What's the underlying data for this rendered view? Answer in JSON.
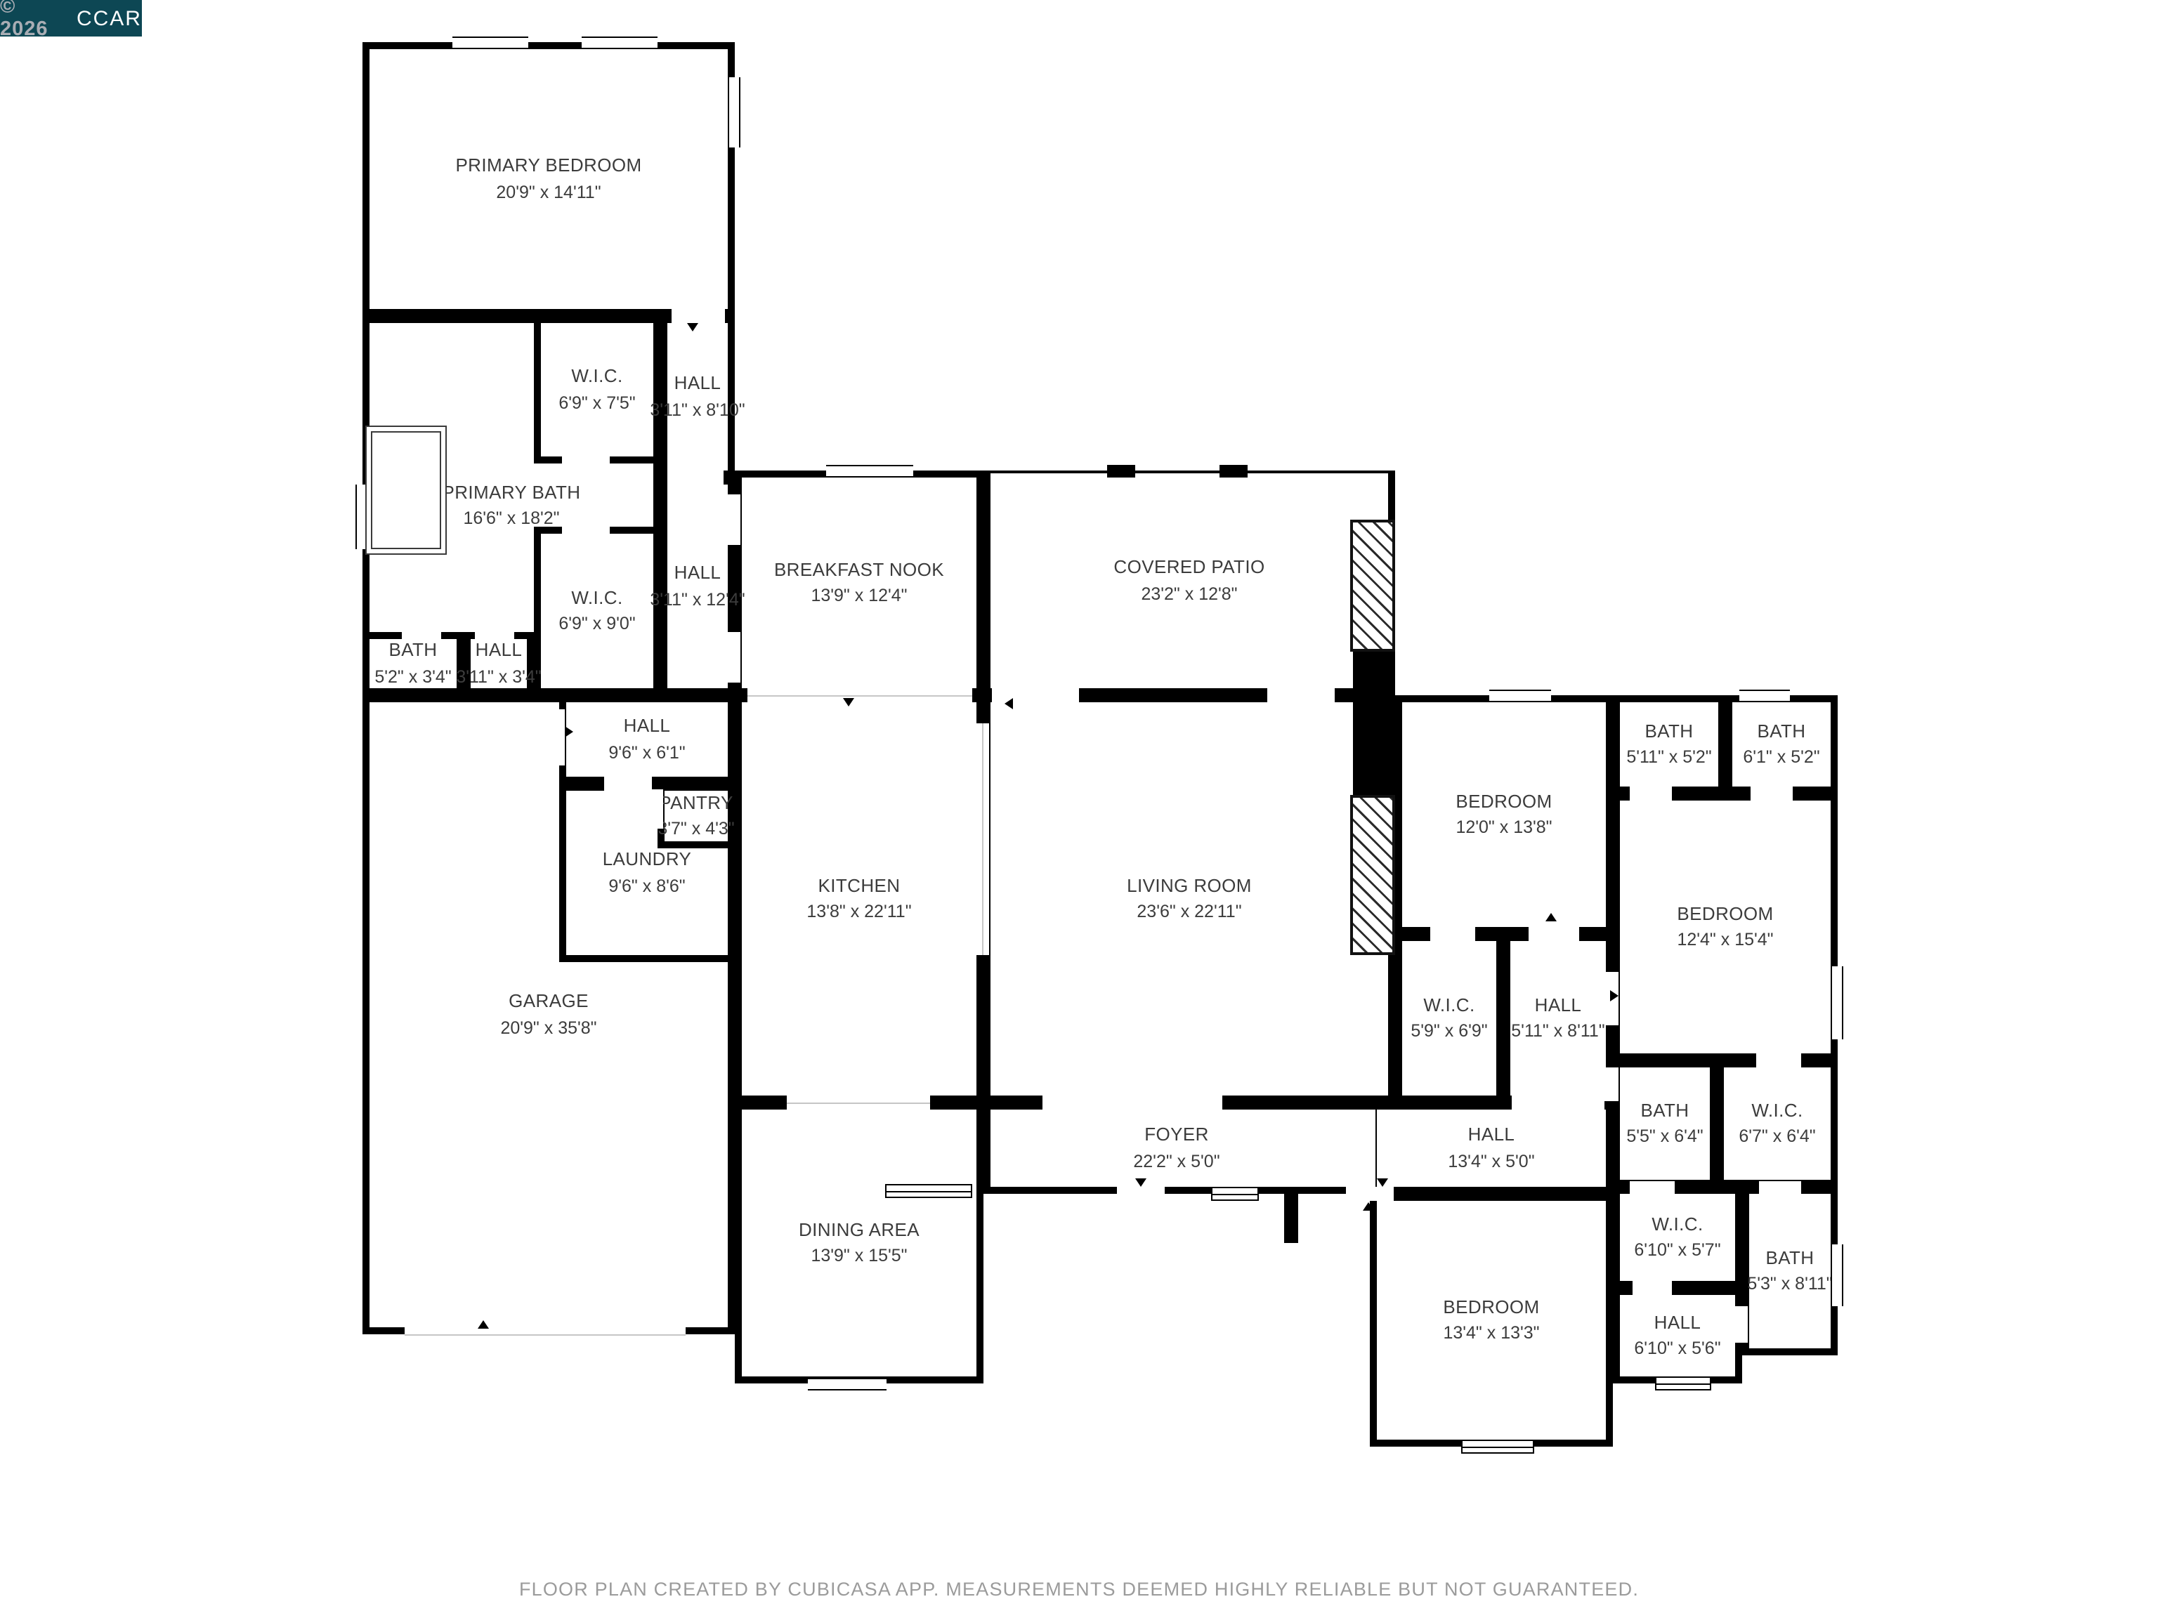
{
  "badge": {
    "copyright": "© 2026",
    "org": "CCAR"
  },
  "footer": "FLOOR PLAN CREATED BY CUBICASA APP. MEASUREMENTS DEEMED HIGHLY RELIABLE BUT NOT GUARANTEED.",
  "colors": {
    "wall": "#000000",
    "badge_bg": "#0d4754",
    "footer_text": "#9b9b9b"
  },
  "rooms": [
    {
      "name": "PRIMARY BEDROOM",
      "dims": "20'9\" x 14'11\""
    },
    {
      "name": "W.I.C.",
      "dims": "6'9\" x 7'5\""
    },
    {
      "name": "HALL",
      "dims": "3'11\" x 8'10\""
    },
    {
      "name": "PRIMARY BATH",
      "dims": "16'6\" x 18'2\""
    },
    {
      "name": "W.I.C.",
      "dims": "6'9\" x 9'0\""
    },
    {
      "name": "HALL",
      "dims": "3'11\" x 12'4\""
    },
    {
      "name": "BATH",
      "dims": "5'2\" x 3'4\""
    },
    {
      "name": "HALL",
      "dims": "3'11\" x 3'4\""
    },
    {
      "name": "BREAKFAST NOOK",
      "dims": "13'9\" x 12'4\""
    },
    {
      "name": "COVERED PATIO",
      "dims": "23'2\" x 12'8\""
    },
    {
      "name": "HALL",
      "dims": "9'6\" x 6'1\""
    },
    {
      "name": "PANTRY",
      "dims": "3'7\" x 4'3\""
    },
    {
      "name": "LAUNDRY",
      "dims": "9'6\" x 8'6\""
    },
    {
      "name": "KITCHEN",
      "dims": "13'8\" x 22'11\""
    },
    {
      "name": "LIVING ROOM",
      "dims": "23'6\" x 22'11\""
    },
    {
      "name": "GARAGE",
      "dims": "20'9\" x 35'8\""
    },
    {
      "name": "BEDROOM",
      "dims": "12'0\" x 13'8\""
    },
    {
      "name": "BATH",
      "dims": "5'11\" x 5'2\""
    },
    {
      "name": "BATH",
      "dims": "6'1\" x 5'2\""
    },
    {
      "name": "BEDROOM",
      "dims": "12'4\" x 15'4\""
    },
    {
      "name": "W.I.C.",
      "dims": "5'9\" x 6'9\""
    },
    {
      "name": "HALL",
      "dims": "5'11\" x 8'11\""
    },
    {
      "name": "BATH",
      "dims": "5'5\" x 6'4\""
    },
    {
      "name": "W.I.C.",
      "dims": "6'7\" x 6'4\""
    },
    {
      "name": "FOYER",
      "dims": "22'2\" x 5'0\""
    },
    {
      "name": "HALL",
      "dims": "13'4\" x 5'0\""
    },
    {
      "name": "DINING AREA",
      "dims": "13'9\" x 15'5\""
    },
    {
      "name": "W.I.C.",
      "dims": "6'10\" x 5'7\""
    },
    {
      "name": "BATH",
      "dims": "5'3\" x 8'11\""
    },
    {
      "name": "BEDROOM",
      "dims": "13'4\" x 13'3\""
    },
    {
      "name": "HALL",
      "dims": "6'10\" x 5'6\""
    }
  ]
}
